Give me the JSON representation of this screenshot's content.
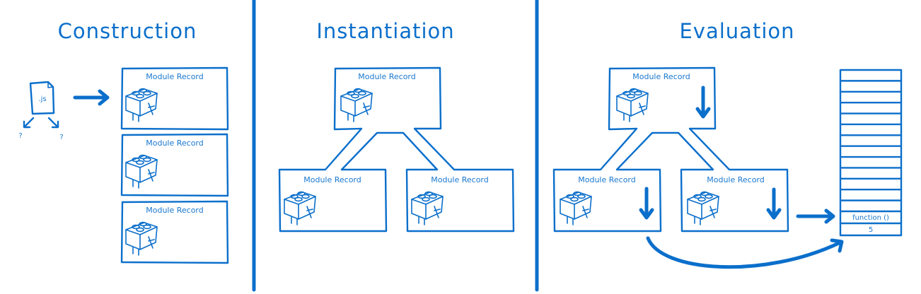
{
  "colors": {
    "accent": "#0b6fcb",
    "background": "#ffffff"
  },
  "phases": [
    {
      "title": "Construction"
    },
    {
      "title": "Instantiation"
    },
    {
      "title": "Evaluation"
    }
  ],
  "module_record_label": "Module Record",
  "file": {
    "label": ".js",
    "unknown_marks": [
      "?",
      "?"
    ]
  },
  "icons": {
    "file": "file-icon",
    "brick": "lego-brick-icon",
    "arrow": "arrow-icon",
    "down_arrow": "arrow-down-icon"
  },
  "memory": {
    "empty_rows": 13,
    "cells": [
      "function ()",
      "5"
    ]
  }
}
